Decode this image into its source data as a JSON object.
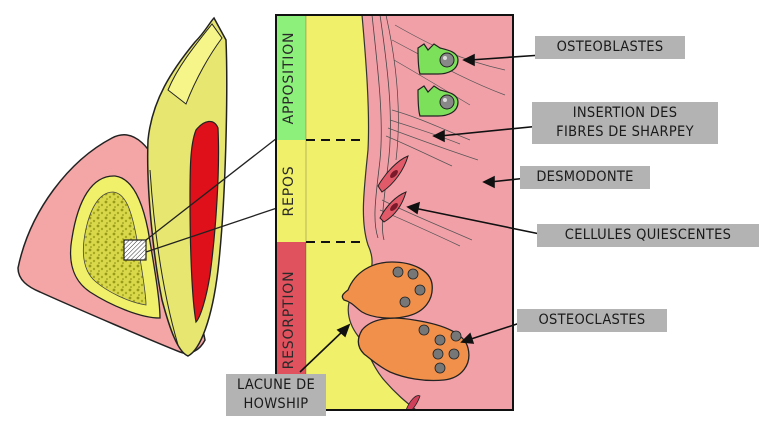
{
  "zones": {
    "apposition": "APPOSITION",
    "repos": "REPOS",
    "resorption": "RESORPTION"
  },
  "labels": {
    "osteoblastes": "OSTEOBLASTES",
    "insertion_line1": "INSERTION DES",
    "insertion_line2": "FIBRES DE SHARPEY",
    "desmodonte": "DESMODONTE",
    "cellules": "CELLULES QUIESCENTES",
    "osteoclastes": "OSTEOCLASTES",
    "lacune_line1": "LACUNE DE",
    "lacune_line2": "HOWSHIP"
  },
  "colors": {
    "bone_yellow": "#f0f06a",
    "gum_pink": "#f4a5a5",
    "ligament_pink": "#f2a0a8",
    "apposition_green": "#8cf07a",
    "resorption_red": "#e0525e",
    "osteoclast_orange": "#f0904a",
    "pulp_red": "#e0101a",
    "label_gray": "#b3b3b3"
  }
}
